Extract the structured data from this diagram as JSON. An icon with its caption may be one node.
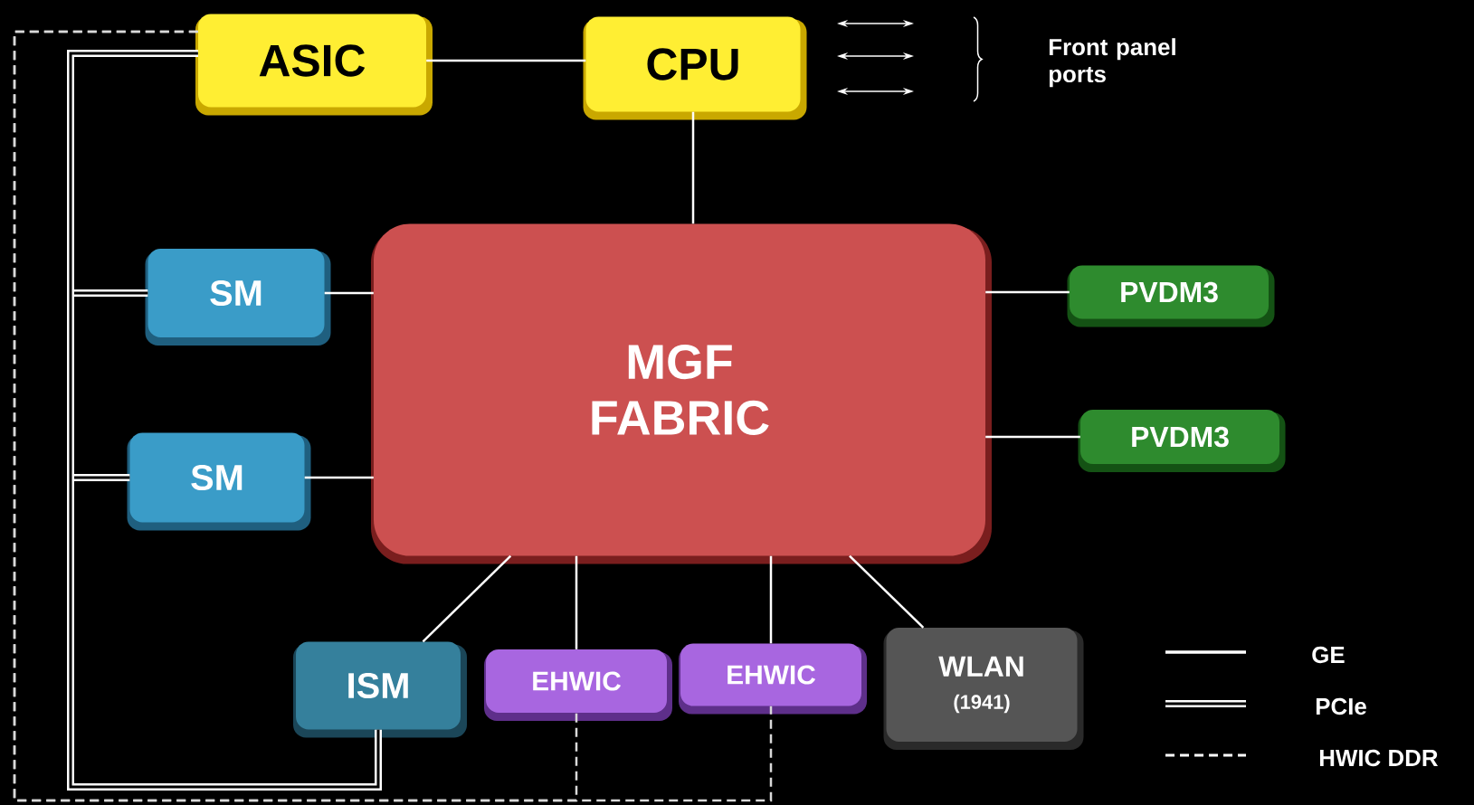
{
  "diagram": {
    "nodes": [
      {
        "text": [
          "ASIC"
        ]
      },
      {
        "text": [
          "CPU"
        ]
      },
      {
        "text": [
          "SM"
        ]
      },
      {
        "text": [
          "SM"
        ]
      },
      {
        "text": [
          "MGF FABRIC"
        ]
      },
      {
        "text": [
          "PVDM3"
        ]
      },
      {
        "text": [
          "PVDM3"
        ]
      },
      {
        "text": [
          "ISM"
        ]
      },
      {
        "text": [
          "EHWIC"
        ]
      },
      {
        "text": [
          "EHWIC"
        ]
      },
      {
        "text": [
          "WLAN",
          "(1941)"
        ]
      }
    ],
    "edges": [
      {
        "from": 0,
        "to": 1,
        "arrow": "none"
      },
      {
        "from": 1,
        "to": 4,
        "arrow": "none"
      },
      {
        "from": 2,
        "to": 4,
        "arrow": "none"
      },
      {
        "from": 3,
        "to": 4,
        "arrow": "none"
      },
      {
        "from": 4,
        "to": 5,
        "arrow": "none"
      },
      {
        "from": 4,
        "to": 6,
        "arrow": "none"
      },
      {
        "from": 4,
        "to": 7,
        "arrow": "none"
      },
      {
        "from": 4,
        "to": 8,
        "arrow": "none"
      },
      {
        "from": 4,
        "to": 9,
        "arrow": "none"
      },
      {
        "from": 4,
        "to": 10,
        "arrow": "none"
      },
      {
        "from": 0,
        "to": 2,
        "arrow": "none",
        "style": "thick"
      },
      {
        "from": 0,
        "to": 3,
        "arrow": "none",
        "style": "thick"
      },
      {
        "from": 0,
        "to": 7,
        "arrow": "none",
        "style": "thick"
      },
      {
        "from": 0,
        "to": 8,
        "arrow": "none",
        "style": "dashed",
        "color": "#d9d9d9"
      },
      {
        "from": 0,
        "to": 9,
        "arrow": "none",
        "style": "dashed",
        "color": "#d9d9d9"
      }
    ],
    "labels": [
      "Front panel ports"
    ],
    "legend": [
      {
        "text": "GE"
      },
      {
        "text": "PCIe"
      },
      {
        "text": "HWIC DDR"
      }
    ]
  }
}
